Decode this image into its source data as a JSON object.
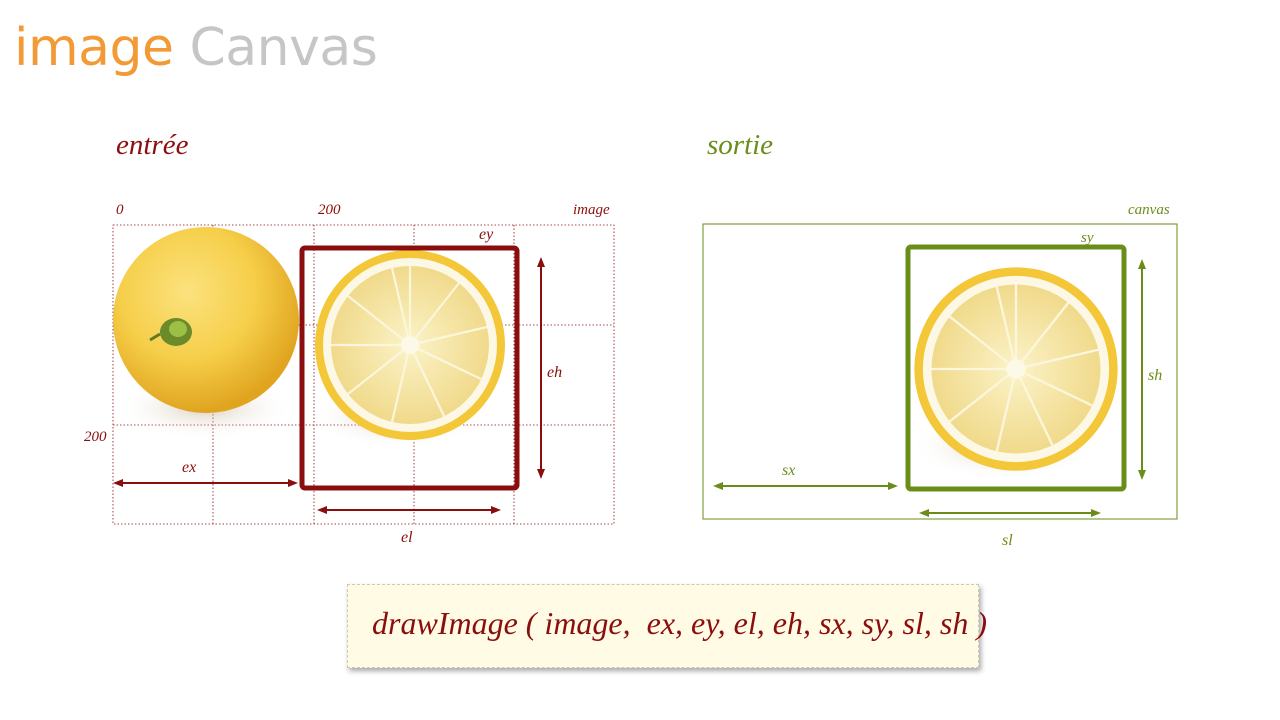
{
  "title": {
    "word1": "image",
    "word2": "Canvas"
  },
  "input": {
    "heading": "entrée",
    "tick_x0": "0",
    "tick_x200": "200",
    "tick_y200": "200",
    "label_image": "image",
    "label_ex": "ex",
    "label_ey": "ey",
    "label_el": "el",
    "label_eh": "eh"
  },
  "output": {
    "heading": "sortie",
    "label_canvas": "canvas",
    "label_sx": "sx",
    "label_sy": "sy",
    "label_sl": "sl",
    "label_sh": "sh"
  },
  "code": "drawImage ( image,  ex, ey, el, eh, sx, sy, sl, sh )",
  "colors": {
    "orange": "#f29a35",
    "grey": "#c6c6c6",
    "dark_red": "#8b0e0e",
    "olive_green": "#6a8d1a",
    "code_bg": "#fffbe5"
  }
}
